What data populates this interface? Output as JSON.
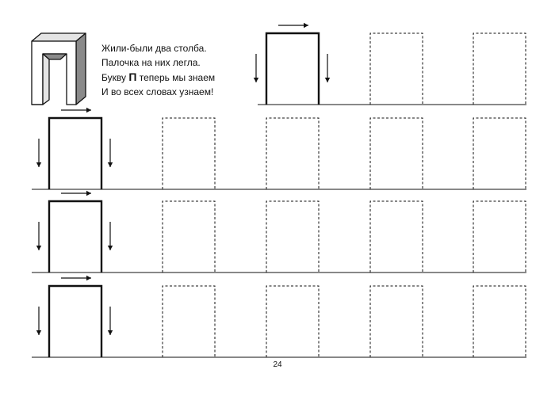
{
  "poem": {
    "line1": "Жили-были два столба.",
    "line2": "Палочка на них легла.",
    "line3_before": "Букву",
    "line3_letter": "П",
    "line3_after": "теперь мы знаем",
    "line4": "И во всех словах узнаем!"
  },
  "page_number": "24",
  "illustration": {
    "icon": "3d-letter-pe-icon"
  },
  "worksheet": {
    "rows": 4,
    "letters_per_row": 5,
    "row_1_starts_at_column": 3,
    "colors": {
      "ink": "#111111",
      "shade": "#8a8a8a",
      "light": "#e4e4e4"
    }
  }
}
